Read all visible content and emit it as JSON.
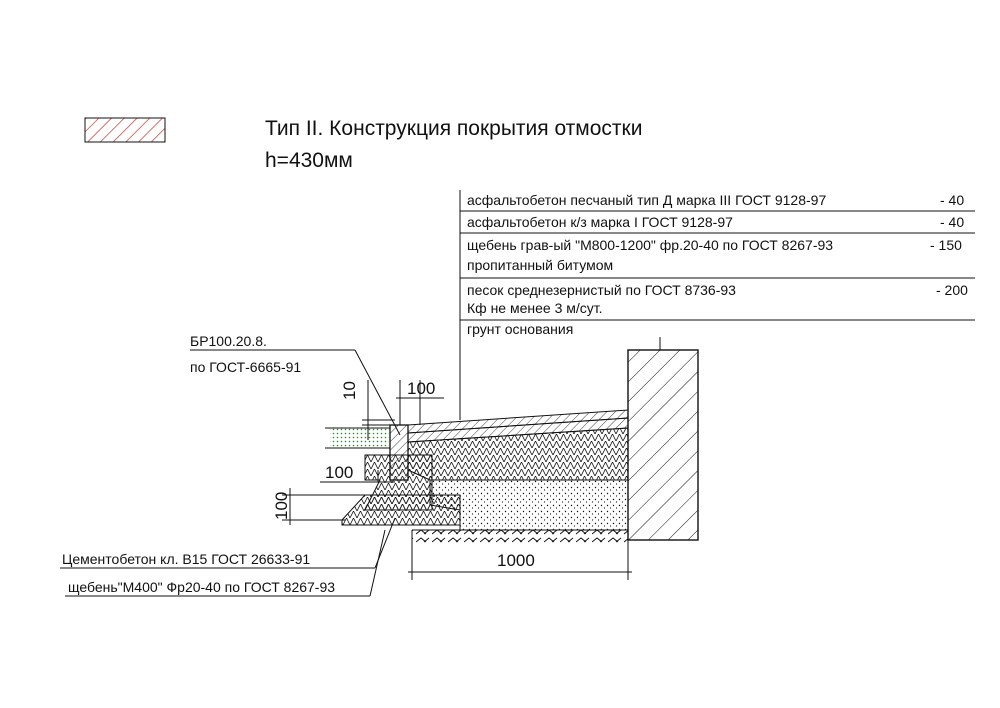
{
  "title": {
    "line1": "Тип II. Конструкция  покрытия отмостки",
    "line2": "h=430мм"
  },
  "layers": [
    {
      "text": "асфальтобетон песчаный тип Д марка III  ГОСТ 9128-97",
      "thickness": "- 40"
    },
    {
      "text": "асфальтобетон к/з  марка I ГОСТ 9128-97",
      "thickness": "- 40"
    },
    {
      "text": "щебень грав-ый \"М800-1200\" фр.20-40 по ГОСТ 8267-93",
      "text2": "пропитанный битумом",
      "thickness": "- 150"
    },
    {
      "text": "песок среднезернистый по ГОСТ 8736-93",
      "text2": "Кф не менее 3 м/сут.",
      "thickness": "- 200"
    },
    {
      "text": "грунт основания"
    }
  ],
  "curb": {
    "line1": "БР100.20.8.",
    "line2": "по ГОСТ-6665-91"
  },
  "bottom_labels": {
    "concrete": "Цементобетон кл. В15 ГОСТ 26633-91",
    "gravel": "щебень\"М400\" Фр20-40 по ГОСТ 8267-93"
  },
  "dimensions": {
    "d_100_top": "100",
    "d_10": "10",
    "d_100_mid": "100",
    "d_100_left": "100",
    "d_1000": "1000"
  },
  "colors": {
    "legend_hatch": "#c0392b",
    "grass": "#2e8b2e",
    "line": "#111111"
  }
}
